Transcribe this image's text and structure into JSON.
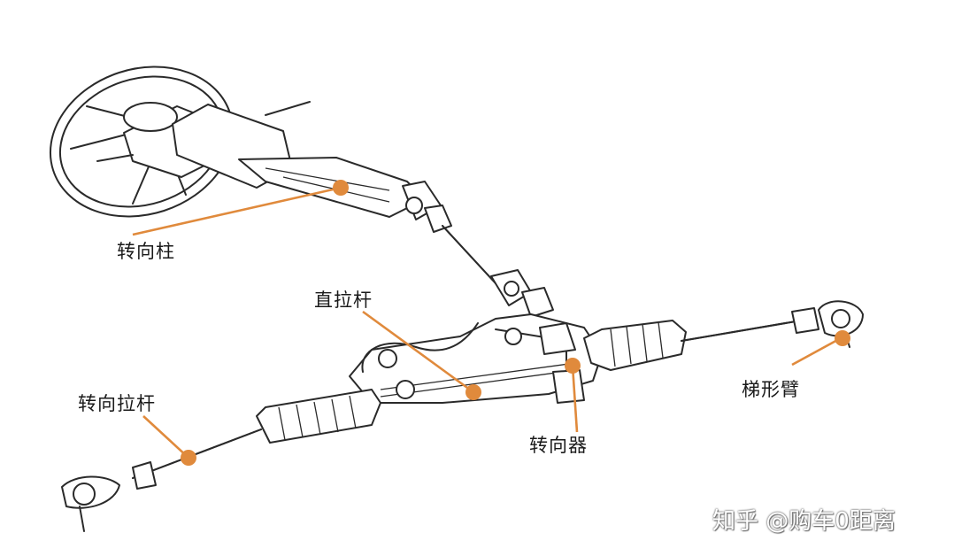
{
  "labels": {
    "steering_column": "转向柱",
    "drag_link": "直拉杆",
    "tie_rod": "转向拉杆",
    "steering_arm": "梯形臂",
    "steering_gear": "转向器"
  },
  "watermark": "知乎 @购车0距离",
  "colors": {
    "leader": "#e08a3c",
    "ink": "#2a2a2a",
    "background": "#ffffff"
  }
}
